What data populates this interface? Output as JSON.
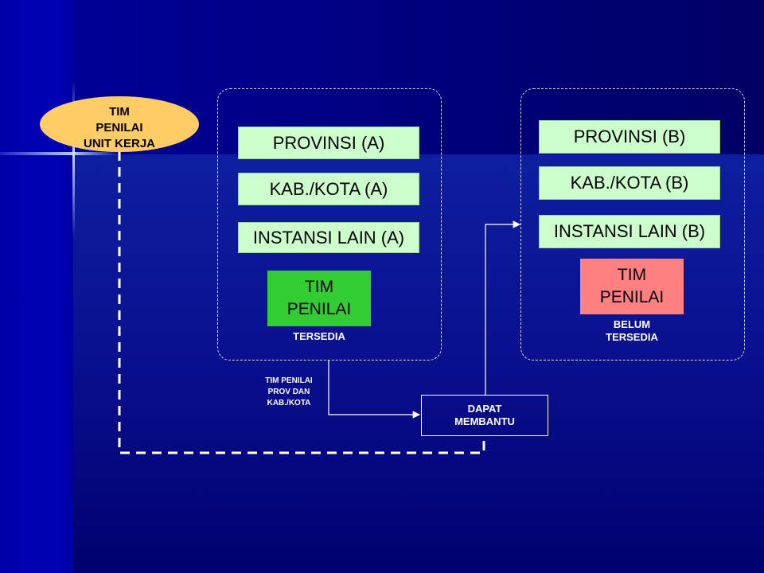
{
  "colors": {
    "item_fill": "#ccffcc",
    "tim_available": "#33cc33",
    "tim_unavailable": "#ff8080",
    "ellipse_fill": "#ffcc66",
    "background": "#00007a"
  },
  "ellipse": {
    "line1": "TIM",
    "line2": "PENILAI",
    "line3": "UNIT KERJA"
  },
  "group_a": {
    "items": [
      "PROVINSI (A)",
      "KAB./KOTA (A)",
      "INSTANSI LAIN (A)"
    ],
    "tim": {
      "line1": "TIM",
      "line2": "PENILAI"
    },
    "status": "TERSEDIA"
  },
  "group_b": {
    "items": [
      "PROVINSI (B)",
      "KAB./KOTA (B)",
      "INSTANSI LAIN (B)"
    ],
    "tim": {
      "line1": "TIM",
      "line2": "PENILAI"
    },
    "status_line1": "BELUM",
    "status_line2": "TERSEDIA"
  },
  "connector_label": {
    "line1": "TIM PENILAI",
    "line2": "PROV DAN",
    "line3": "KAB./KOTA"
  },
  "dapat_box": {
    "line1": "DAPAT",
    "line2": "MEMBANTU"
  }
}
